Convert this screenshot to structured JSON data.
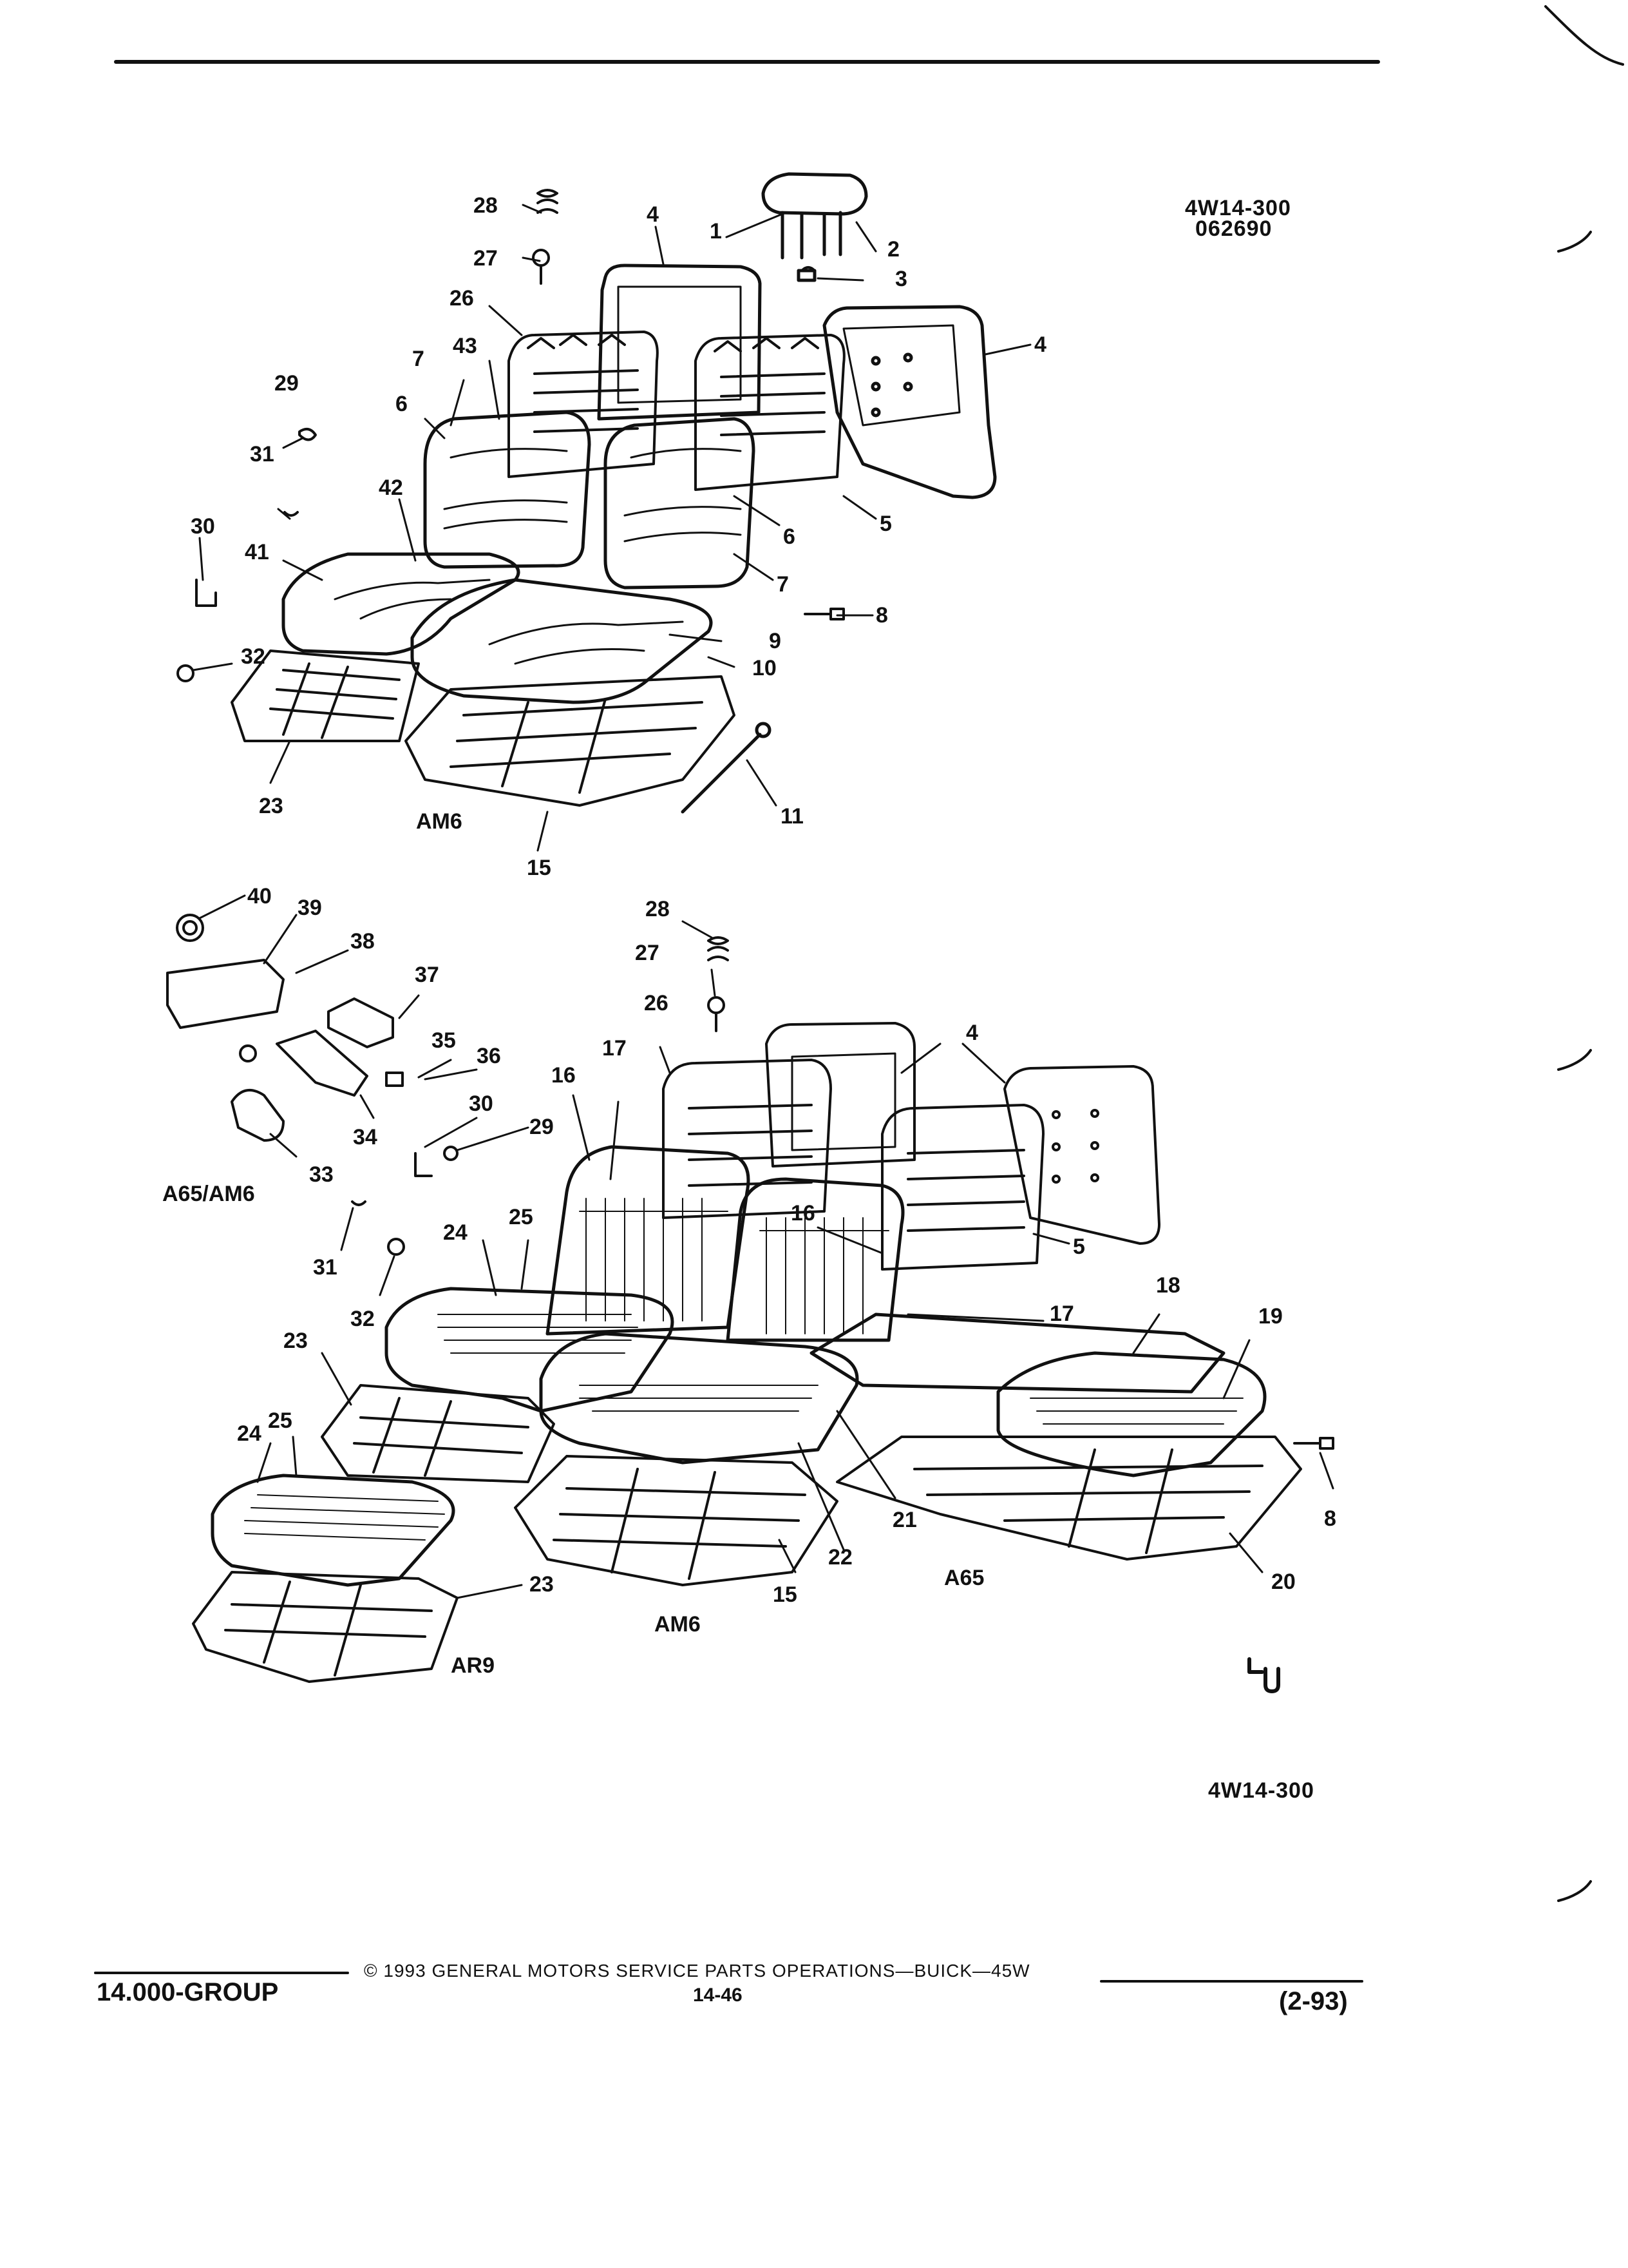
{
  "header": {
    "figure_code": "4W14-300",
    "date_code": "062690"
  },
  "variants": {
    "upper_am6": "AM6",
    "a65_am6": "A65/AM6",
    "lower_am6": "AM6",
    "a65": "A65",
    "ar9": "AR9"
  },
  "callouts": {
    "c1": "1",
    "c2": "2",
    "c3": "3",
    "c4a": "4",
    "c4b": "4",
    "c5a": "5",
    "c6a": "6",
    "c6b": "6",
    "c7a": "7",
    "c7b": "7",
    "c8a": "8",
    "c9": "9",
    "c10": "10",
    "c11": "11",
    "c15a": "15",
    "c23a": "23",
    "c26a": "26",
    "c27a": "27",
    "c28a": "28",
    "c29a": "29",
    "c30a": "30",
    "c31a": "31",
    "c32a": "32",
    "c41": "41",
    "c42": "42",
    "c43": "43",
    "c40": "40",
    "c39": "39",
    "c38": "38",
    "c37": "37",
    "c35": "35",
    "c36": "36",
    "c34": "34",
    "c33": "33",
    "c28b": "28",
    "c27b": "27",
    "c26b": "26",
    "c17a": "17",
    "c16a": "16",
    "c4c": "4",
    "c30b": "30",
    "c29b": "29",
    "c31b": "31",
    "c32b": "32",
    "c24a": "24",
    "c25a": "25",
    "c16b": "16",
    "c17b": "17",
    "c5b": "5",
    "c18": "18",
    "c19": "19",
    "c23b": "23",
    "c24b": "24",
    "c25b": "25",
    "c21": "21",
    "c22": "22",
    "c15b": "15",
    "c8b": "8",
    "c20": "20",
    "c23c": "23"
  },
  "bottom_code": "4W14-300",
  "footer": {
    "group": "14.000-GROUP",
    "copyright": "© 1993 GENERAL MOTORS SERVICE PARTS OPERATIONS—BUICK—45W",
    "page": "14-46",
    "revision": "(2-93)"
  }
}
